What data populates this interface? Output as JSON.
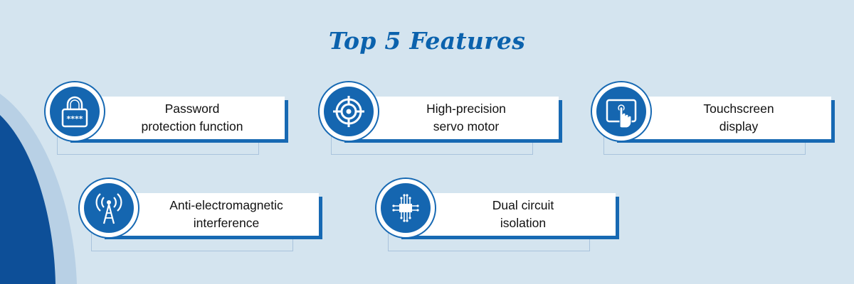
{
  "title": "Top 5 Features",
  "colors": {
    "background": "#d4e4ef",
    "accent": "#1566b0",
    "title": "#0b62ad",
    "card": "#ffffff"
  },
  "features": [
    {
      "text": "Password\nprotection function",
      "icon": "password-lock-icon"
    },
    {
      "text": "High-precision\nservo motor",
      "icon": "target-crosshair-icon"
    },
    {
      "text": "Touchscreen\ndisplay",
      "icon": "touchscreen-hand-icon"
    },
    {
      "text": "Anti-electromagnetic\ninterference",
      "icon": "antenna-signal-icon"
    },
    {
      "text": "Dual circuit\nisolation",
      "icon": "circuit-chip-icon"
    }
  ]
}
